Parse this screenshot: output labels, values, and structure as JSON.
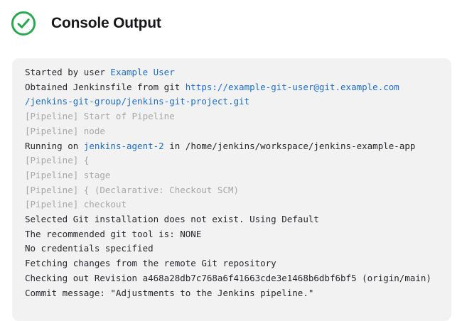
{
  "header": {
    "title": "Console Output",
    "status_icon": "success-check-circle-icon",
    "status_color": "#23a94b"
  },
  "colors": {
    "console_background": "#f2f2f3",
    "link_blue": "#1d6cc9",
    "muted_gray": "#a5a7aa",
    "text_dark": "#24272b",
    "success_green": "#23a94b"
  },
  "console": {
    "lines": [
      {
        "segments": [
          {
            "text": "Started by user ",
            "style": "plain"
          },
          {
            "text": "Example User",
            "style": "link"
          }
        ]
      },
      {
        "segments": [
          {
            "text": "Obtained Jenkinsfile from git ",
            "style": "plain"
          },
          {
            "text": "https://example-git-user@git.example.com",
            "style": "link"
          }
        ]
      },
      {
        "segments": [
          {
            "text": "/jenkins-git-group/jenkins-git-project.git",
            "style": "link"
          }
        ]
      },
      {
        "segments": [
          {
            "text": "[Pipeline] Start of Pipeline",
            "style": "muted"
          }
        ]
      },
      {
        "segments": [
          {
            "text": "[Pipeline] node",
            "style": "muted"
          }
        ]
      },
      {
        "segments": [
          {
            "text": "Running on ",
            "style": "plain"
          },
          {
            "text": "jenkins-agent-2",
            "style": "link"
          },
          {
            "text": " in /home/jenkins/workspace/jenkins-example-app",
            "style": "plain"
          }
        ]
      },
      {
        "segments": [
          {
            "text": "[Pipeline] {",
            "style": "muted"
          }
        ]
      },
      {
        "segments": [
          {
            "text": "[Pipeline] stage",
            "style": "muted"
          }
        ]
      },
      {
        "segments": [
          {
            "text": "[Pipeline] { (Declarative: Checkout SCM)",
            "style": "muted"
          }
        ]
      },
      {
        "segments": [
          {
            "text": "[Pipeline] checkout",
            "style": "muted"
          }
        ]
      },
      {
        "segments": [
          {
            "text": "Selected Git installation does not exist. Using Default",
            "style": "plain"
          }
        ]
      },
      {
        "segments": [
          {
            "text": "The recommended git tool is: NONE",
            "style": "plain"
          }
        ]
      },
      {
        "segments": [
          {
            "text": "No credentials specified",
            "style": "plain"
          }
        ]
      },
      {
        "segments": [
          {
            "text": "Fetching changes from the remote Git repository",
            "style": "plain"
          }
        ]
      },
      {
        "segments": [
          {
            "text": "Checking out Revision a468a28db7c768a6f41663cde3e1468b6dbf6bf5 (origin/main)",
            "style": "plain"
          }
        ]
      },
      {
        "segments": [
          {
            "text": "Commit message: \"Adjustments to the Jenkins pipeline.\"",
            "style": "plain"
          }
        ]
      }
    ]
  }
}
